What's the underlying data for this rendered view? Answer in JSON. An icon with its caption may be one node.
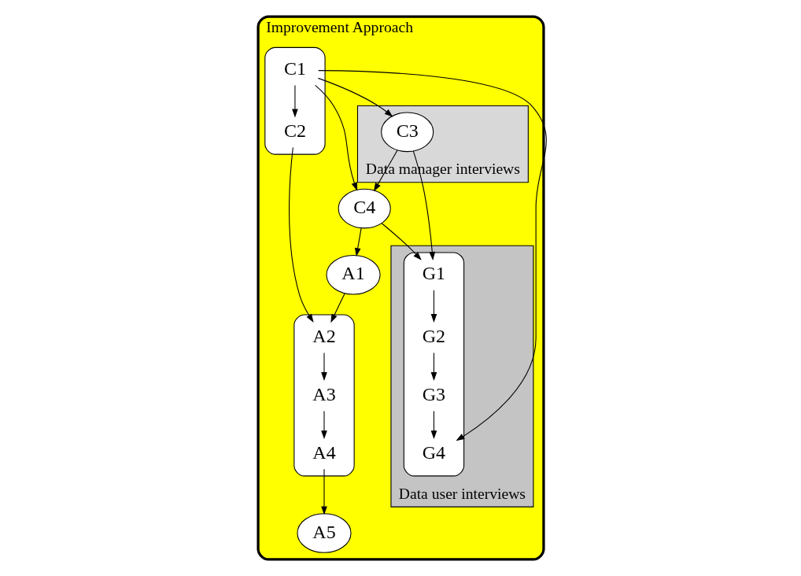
{
  "diagram": {
    "nodes": [
      {
        "text": [
          "Improvement Approach"
        ]
      },
      {
        "text": [
          "Data manager interviews"
        ],
        "in": 0
      },
      {
        "text": [
          "Data user interviews"
        ],
        "in": 0
      },
      {
        "text": [],
        "shape": "cloud",
        "in": 0
      },
      {
        "text": [
          "C1"
        ],
        "in": 3
      },
      {
        "text": [
          "C2"
        ],
        "in": 3
      },
      {
        "text": [],
        "shape": "cloud",
        "in": 0
      },
      {
        "text": [
          "A2"
        ],
        "in": 6
      },
      {
        "text": [
          "A3"
        ],
        "in": 6
      },
      {
        "text": [
          "A4"
        ],
        "in": 6
      },
      {
        "text": [
          "C3"
        ],
        "in": 1
      },
      {
        "text": [
          "C4"
        ],
        "in": 0
      },
      {
        "text": [
          "A1"
        ],
        "in": 0
      },
      {
        "text": [
          "A5"
        ],
        "in": 0
      },
      {
        "text": [],
        "shape": "cloud",
        "in": 2
      },
      {
        "text": [
          "G1"
        ],
        "in": 14
      },
      {
        "text": [
          "G2"
        ],
        "in": 14
      },
      {
        "text": [
          "G3"
        ],
        "in": 14
      },
      {
        "text": [
          "G4"
        ],
        "in": 14
      }
    ],
    "edges": [
      {
        "from": 4,
        "to": 5,
        "arrow": "to"
      },
      {
        "from": 4,
        "to": 10,
        "arrow": "to"
      },
      {
        "from": 4,
        "to": 11,
        "arrow": "to"
      },
      {
        "from": 4,
        "to": 18,
        "arrow": "to"
      },
      {
        "from": 5,
        "to": 7,
        "arrow": "to"
      },
      {
        "from": 7,
        "to": 8,
        "arrow": "to"
      },
      {
        "from": 8,
        "to": 9,
        "arrow": "to"
      },
      {
        "from": 10,
        "to": 15,
        "arrow": "to"
      },
      {
        "from": 10,
        "to": 11,
        "arrow": "to"
      },
      {
        "from": 11,
        "to": 15,
        "arrow": "to"
      },
      {
        "from": 11,
        "to": 12,
        "arrow": "to"
      },
      {
        "from": 12,
        "to": 7,
        "arrow": "to"
      },
      {
        "from": 9,
        "to": 13,
        "arrow": "to"
      },
      {
        "from": 15,
        "to": 16,
        "arrow": "to"
      },
      {
        "from": 16,
        "to": 17,
        "arrow": "to"
      },
      {
        "from": 17,
        "to": 18,
        "arrow": "to"
      }
    ]
  }
}
